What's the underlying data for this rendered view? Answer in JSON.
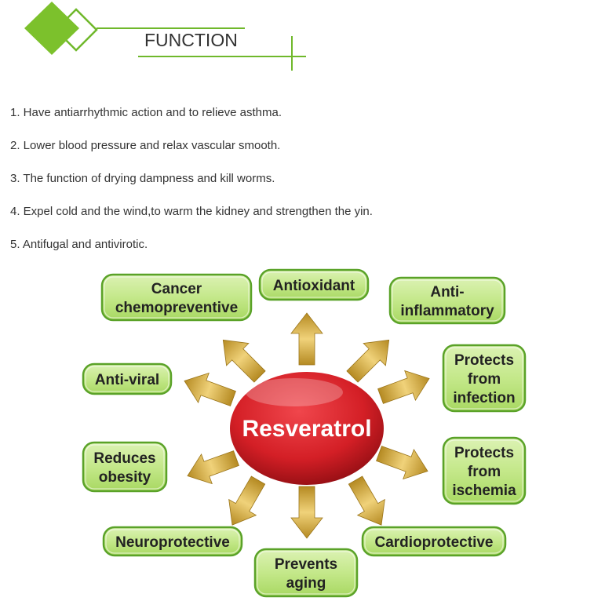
{
  "header": {
    "title": "FUNCTION",
    "accent_color": "#6fb82b"
  },
  "functions": [
    "1. Have antiarrhythmic action and to relieve asthma.",
    "2. Lower blood pressure and relax vascular smooth.",
    "3. The function of drying dampness and kill worms.",
    "4. Expel cold and the wind,to warm the kidney and strengthen the yin.",
    "5. Antifugal and antivirotic."
  ],
  "diagram": {
    "center_label": "Resveratrol",
    "center_color": "#d41f26",
    "arrow_color": "#d8b043",
    "box_border_color": "#5aa228",
    "box_fill_color": "#c4e88a",
    "benefits": [
      [
        "Cancer",
        "chemopreventive"
      ],
      [
        "Antioxidant"
      ],
      [
        "Anti-",
        "inflammatory"
      ],
      [
        "Anti-viral"
      ],
      [
        "Protects",
        "from",
        "infection"
      ],
      [
        "Reduces",
        "obesity"
      ],
      [
        "Protects",
        "from",
        "ischemia"
      ],
      [
        "Neuroprotective"
      ],
      [
        "Cardioprotective"
      ],
      [
        "Prevents",
        "aging"
      ]
    ]
  }
}
